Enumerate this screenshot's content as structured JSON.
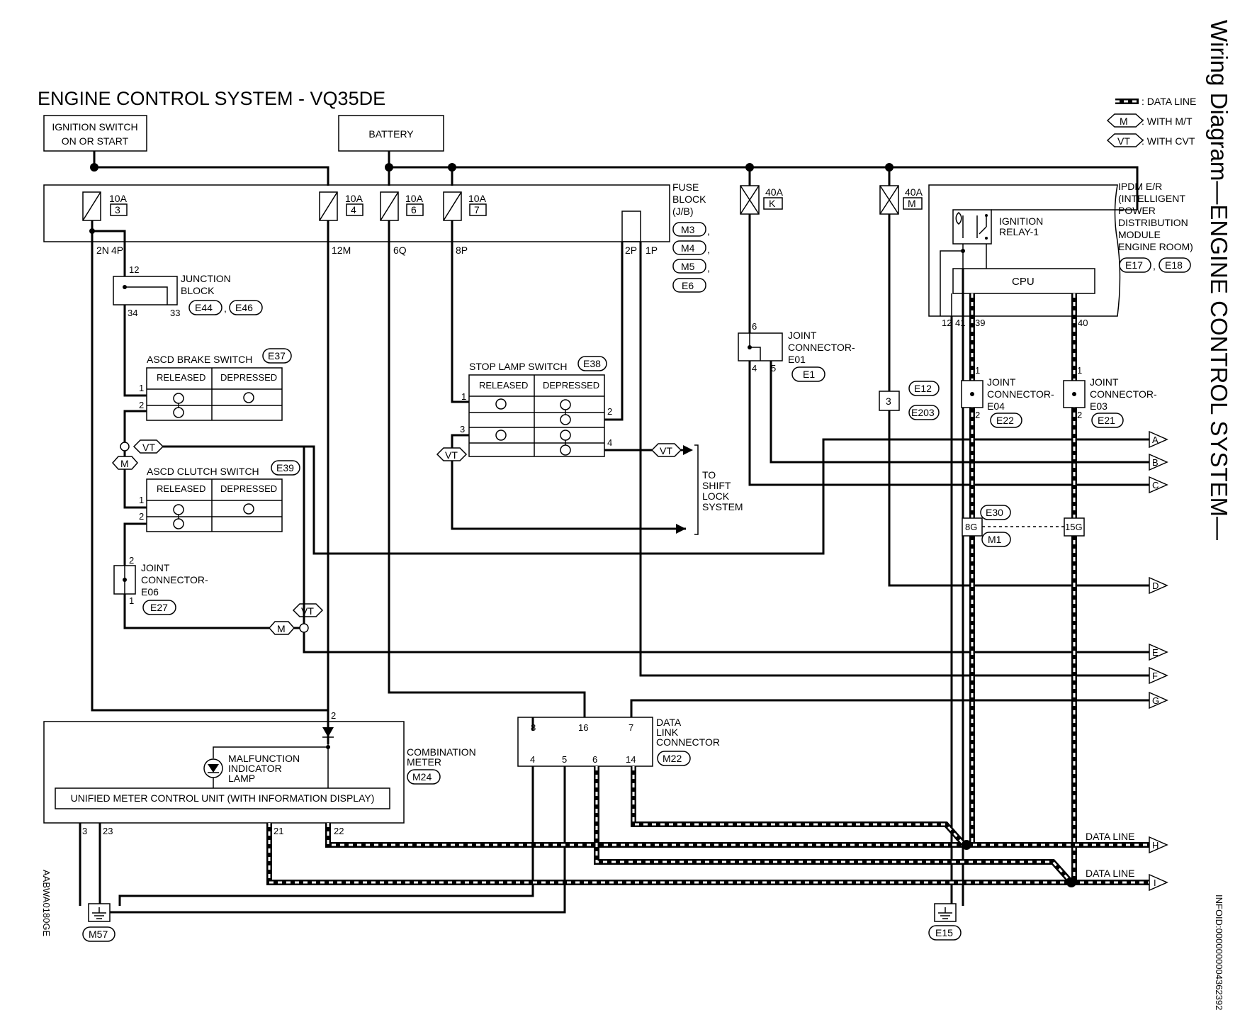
{
  "title": "ENGINE CONTROL SYSTEM - VQ35DE",
  "side_title": "Wiring Diagram—ENGINE CONTROL SYSTEM—",
  "doc_code": "AABWA0180GE",
  "info_id": "INFOID:0000000004362392",
  "legend": {
    "data_line": ": DATA LINE",
    "mt_tag": "M",
    "mt": ": WITH M/T",
    "cvt_tag": "VT",
    "cvt": ": WITH CVT"
  },
  "power": {
    "ign_line1": "IGNITION SWITCH",
    "ign_line2": "ON OR START",
    "battery": "BATTERY"
  },
  "fuses": {
    "f3": {
      "amp": "10A",
      "num": "3"
    },
    "f4": {
      "amp": "10A",
      "num": "4"
    },
    "f6": {
      "amp": "10A",
      "num": "6"
    },
    "f7": {
      "amp": "10A",
      "num": "7"
    },
    "fk": {
      "amp": "40A",
      "num": "K"
    },
    "fm": {
      "amp": "40A",
      "num": "M"
    }
  },
  "fuse_block": {
    "line1": "FUSE",
    "line2": "BLOCK",
    "line3": "(J/B)",
    "c1": "M3",
    "c2": "M4",
    "c3": "M5",
    "c4": "E6",
    "comma": ","
  },
  "fb_pins": {
    "p2n": "2N",
    "p4p": "4P",
    "p12m": "12M",
    "p6q": "6Q",
    "p8p": "8P",
    "p2p": "2P",
    "p1p": "1P"
  },
  "junction_block": {
    "line1": "JUNCTION",
    "line2": "BLOCK",
    "c1": "E44",
    "c2": "E46",
    "p12": "12",
    "p34": "34",
    "p33": "33"
  },
  "ascd_brake": {
    "title": "ASCD BRAKE SWITCH",
    "conn": "E37",
    "released": "RELEASED",
    "depressed": "DEPRESSED",
    "p1": "1",
    "p2": "2"
  },
  "ascd_clutch": {
    "title": "ASCD CLUTCH SWITCH",
    "conn": "E39",
    "released": "RELEASED",
    "depressed": "DEPRESSED",
    "p1": "1",
    "p2": "2"
  },
  "stop_lamp": {
    "title": "STOP LAMP SWITCH",
    "conn": "E38",
    "released": "RELEASED",
    "depressed": "DEPRESSED",
    "p1": "1",
    "p2": "2",
    "p3": "3",
    "p4": "4"
  },
  "shift_lock": {
    "line1": "TO",
    "line2": "SHIFT",
    "line3": "LOCK",
    "line4": "SYSTEM"
  },
  "jc_e06": {
    "line1": "JOINT",
    "line2": "CONNECTOR-",
    "line3": "E06",
    "conn": "E27",
    "p1": "1",
    "p2": "2"
  },
  "jc_e01": {
    "line1": "JOINT",
    "line2": "CONNECTOR-",
    "line3": "E01",
    "conn": "E1",
    "p6": "6",
    "p4": "4",
    "p5": "5"
  },
  "e12_conn": {
    "c1": "E12",
    "pin": "3",
    "c2": "E203"
  },
  "ipdm": {
    "line1": "IPDM E/R",
    "line2": "(INTELLIGENT",
    "line3": "POWER",
    "line4": "DISTRIBUTION",
    "line5": "MODULE",
    "line6": "ENGINE ROOM)",
    "c1": "E17",
    "c2": "E18",
    "relay1": "IGNITION",
    "relay2": "RELAY-1",
    "cpu": "CPU",
    "p12": "12",
    "p41": "41",
    "p39": "39",
    "p40": "40"
  },
  "jc_e04": {
    "line1": "JOINT",
    "line2": "CONNECTOR-",
    "line3": "E04",
    "conn": "E22",
    "p1": "1",
    "p2": "2"
  },
  "jc_e03": {
    "line1": "JOINT",
    "line2": "CONNECTOR-",
    "line3": "E03",
    "conn": "E21",
    "p1": "1",
    "p2": "2"
  },
  "e30": {
    "c1": "E30",
    "c2": "M1",
    "p8g": "8G",
    "p15g": "15G"
  },
  "vt_mt_tags": {
    "vt1": "VT",
    "m1": "M",
    "vt2": "VT",
    "vt3": "VT",
    "vt4": "VT",
    "m2": "M"
  },
  "arrows": {
    "a": "A",
    "b": "B",
    "c": "C",
    "d": "D",
    "e": "E",
    "f": "F",
    "g": "G",
    "h": "H",
    "i": "I"
  },
  "data_line_h": "DATA LINE",
  "data_line_i": "DATA LINE",
  "combination_meter": {
    "line1": "COMBINATION",
    "line2": "METER",
    "conn": "M24",
    "mil1": "MALFUNCTION",
    "mil2": "INDICATOR",
    "mil3": "LAMP",
    "unit": "UNIFIED METER CONTROL UNIT (WITH INFORMATION DISPLAY)",
    "p2": "2",
    "p3": "3",
    "p23": "23",
    "p21": "21",
    "p22": "22"
  },
  "dlc": {
    "line1": "DATA",
    "line2": "LINK",
    "line3": "CONNECTOR",
    "conn": "M22",
    "p8": "8",
    "p16": "16",
    "p7": "7",
    "p4": "4",
    "p5": "5",
    "p6": "6",
    "p14": "14"
  },
  "grounds": {
    "g1": "M57",
    "g2": "E15"
  }
}
